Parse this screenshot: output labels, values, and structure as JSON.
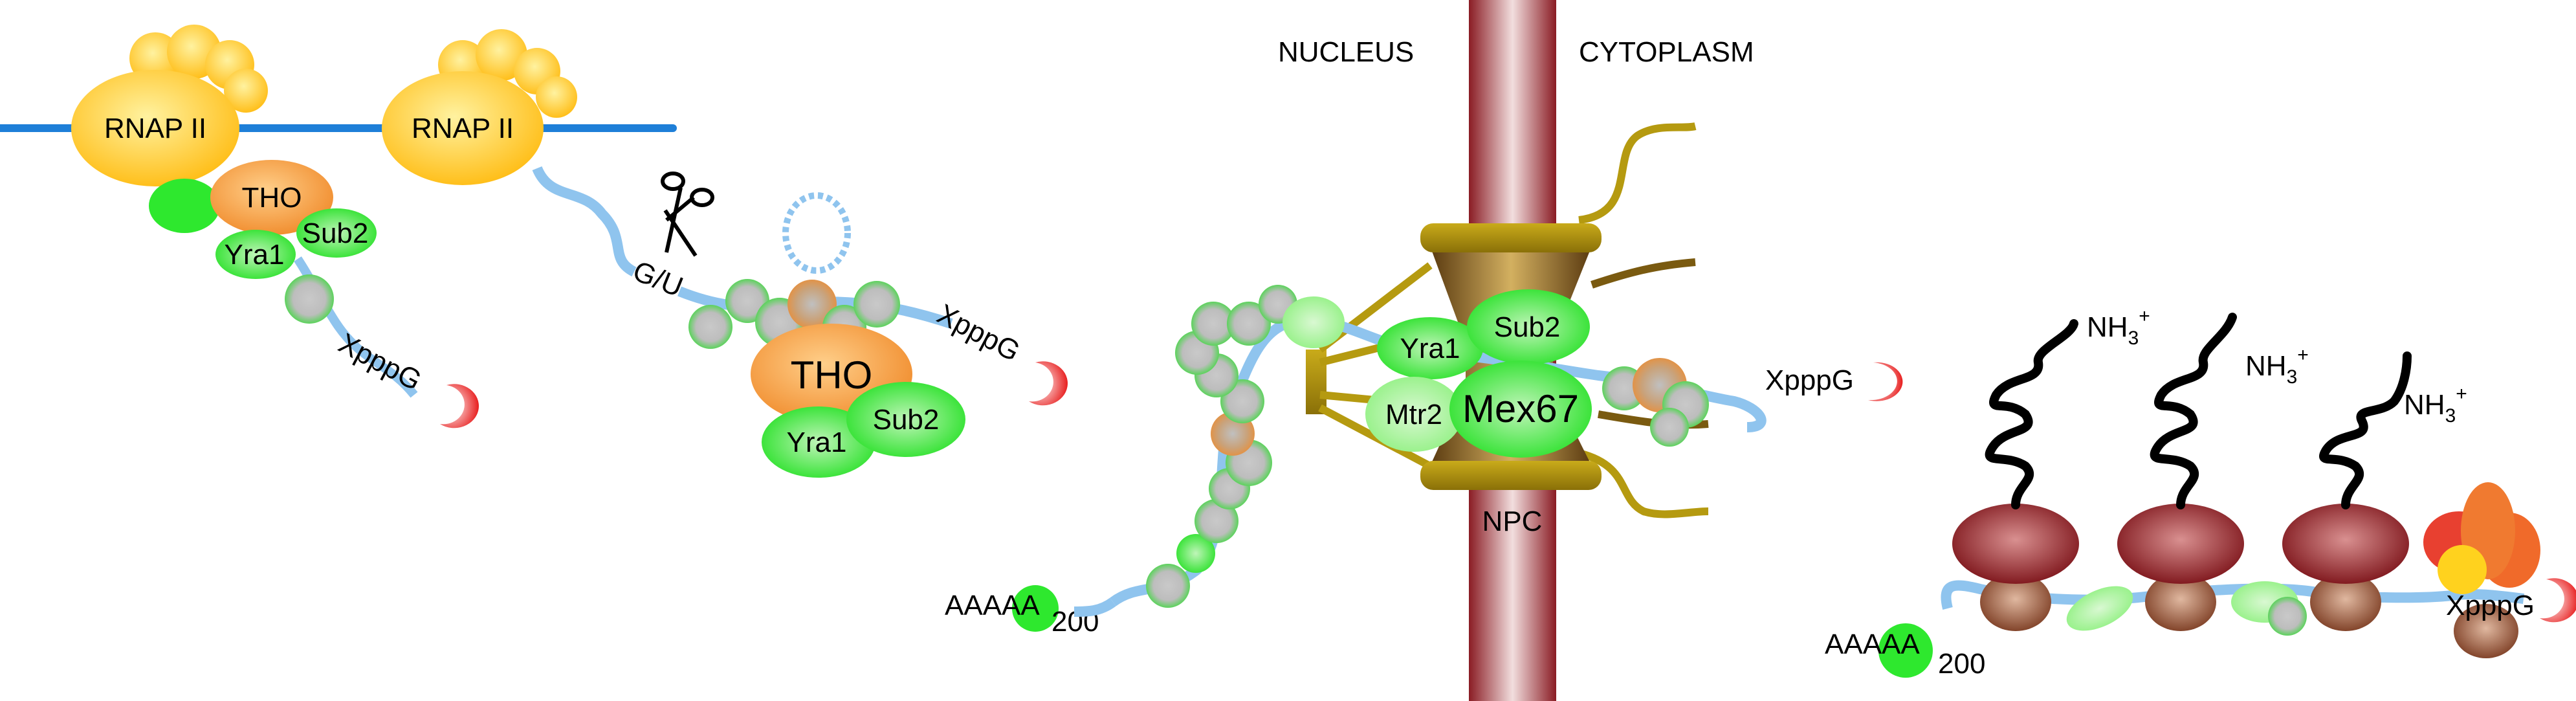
{
  "labels": {
    "rnap1": "RNAP II",
    "rnap2": "RNAP II",
    "tho_small": "THO",
    "yra1_small": "Yra1",
    "sub2_small": "Sub2",
    "xpppg1": "XpppG",
    "cleavage_site": "G/U",
    "tho_big": "THO",
    "yra1_mid": "Yra1",
    "sub2_mid": "Sub2",
    "xpppg2": "XpppG",
    "nucleus": "NUCLEUS",
    "cytoplasm": "CYTOPLASM",
    "yra1_npc": "Yra1",
    "sub2_npc": "Sub2",
    "mtr2": "Mtr2",
    "mex67": "Mex67",
    "npc": "NPC",
    "xpppg3": "XpppG",
    "polya1": "AAAAA",
    "polya1_len": "200",
    "nh3_a": "NH",
    "nh3_b": "NH",
    "nh3_c": "NH",
    "nh3_sub": "3",
    "nh3_sup": "+",
    "polya2": "AAAAA",
    "polya2_len": "200",
    "xpppg4": "XpppG"
  },
  "colors": {
    "dna": "#1e7fd8",
    "rna": "#8fc4ee",
    "rnap": "#ffc41c",
    "tho": "#f39a3c",
    "green": "#2ee82e",
    "light_green": "#a8f2a0",
    "grey": "#b9b9b9",
    "cap": "#e81e1e",
    "npc_membrane": "#8a1c24",
    "npc_gold": "#b59a10",
    "npc_brown": "#7a5a10",
    "ribosome": "#8a1c24",
    "peptide": "#000000"
  }
}
